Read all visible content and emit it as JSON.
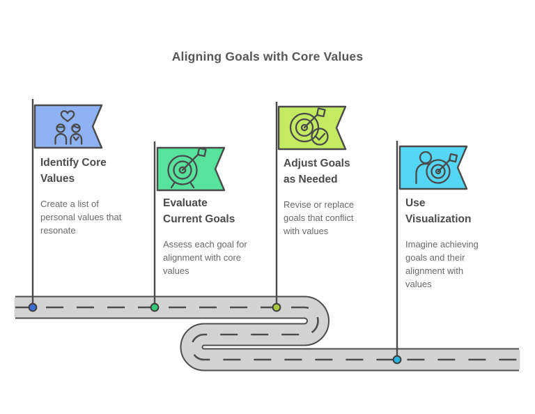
{
  "title": "Aligning Goals with Core Values",
  "colors": {
    "outline": "#4a4a4a",
    "road_fill": "#d3d3d3",
    "road_edge": "#4d4d4d",
    "road_dash": "#4d4d4d",
    "title_color": "#565656",
    "heading_color": "#4b4b4b",
    "body_color": "#696969",
    "background": "#ffffff"
  },
  "steps": [
    {
      "heading": "Identify Core\nValues",
      "description": "Create a list of\npersonal values that\nresonate",
      "flag_color": "#8fb2f4",
      "dot_color": "#3e6fd9",
      "icon": "people-heart-icon"
    },
    {
      "heading": "Evaluate\nCurrent Goals",
      "description": "Assess each goal for\nalignment with core\nvalues",
      "flag_color": "#57e39c",
      "dot_color": "#35ca78",
      "icon": "target-arrow-icon"
    },
    {
      "heading": "Adjust Goals\nas Needed",
      "description": "Revise or replace\ngoals that conflict\nwith values",
      "flag_color": "#c4ea62",
      "dot_color": "#a6c83e",
      "icon": "target-check-icon"
    },
    {
      "heading": "Use\nVisualization",
      "description": "Imagine achieving\ngoals and their\nalignment with\nvalues",
      "flag_color": "#54d6f4",
      "dot_color": "#2cb4e0",
      "icon": "person-target-icon"
    }
  ]
}
